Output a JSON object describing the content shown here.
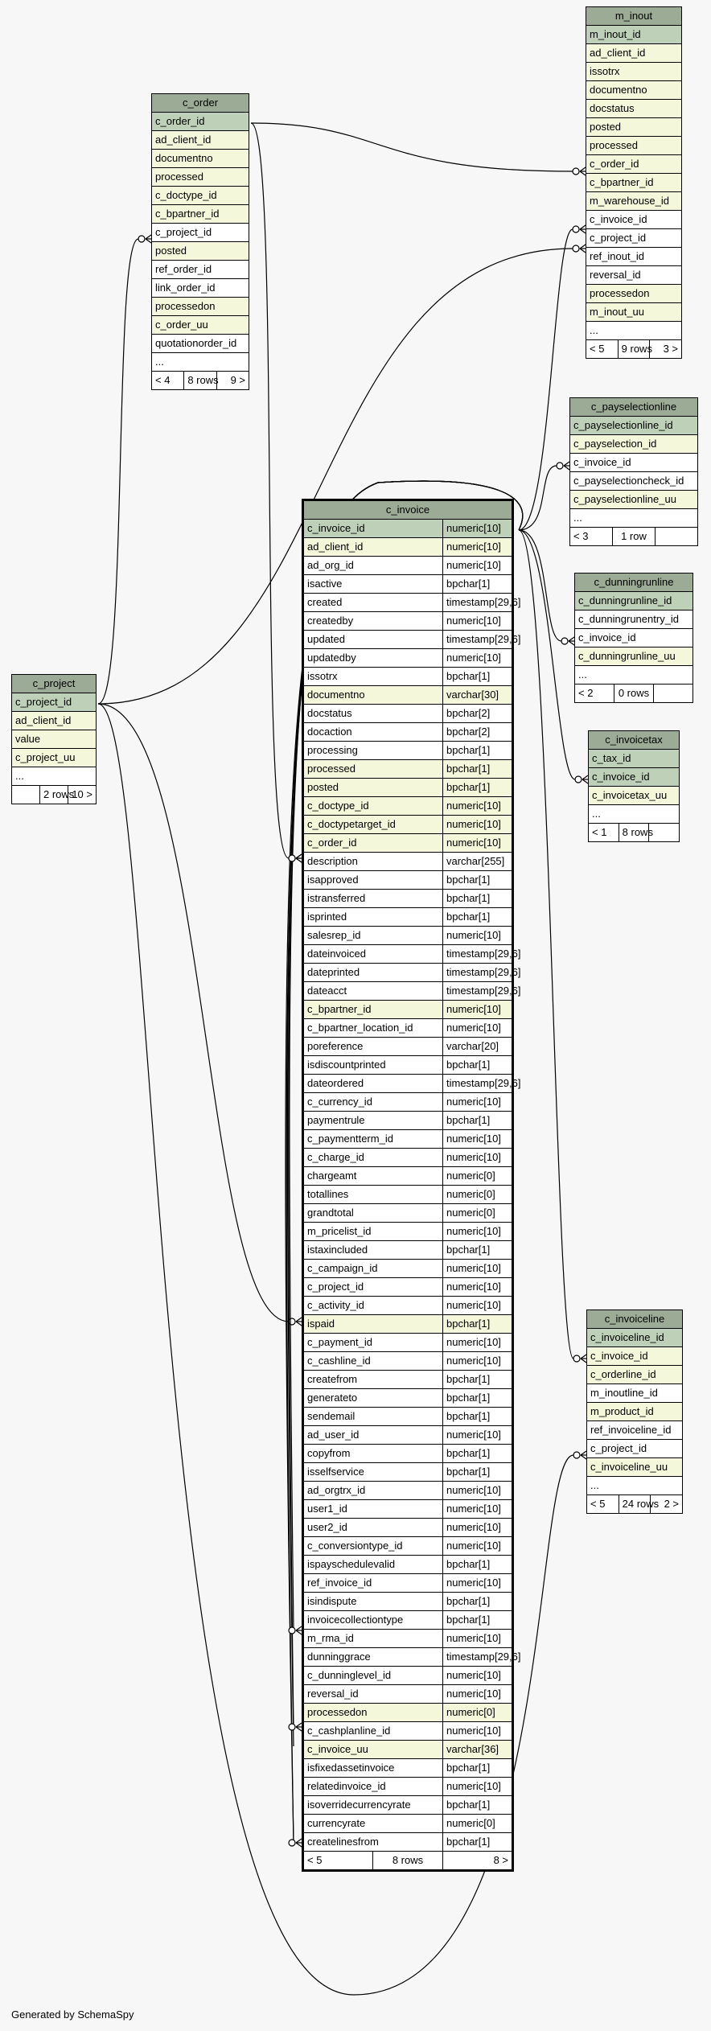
{
  "generated_by": "Generated by SchemaSpy",
  "tables": {
    "m_inout": {
      "name": "m_inout",
      "rows": [
        {
          "label": "m_inout_id",
          "kind": "pk"
        },
        {
          "label": "ad_client_id",
          "kind": "fk"
        },
        {
          "label": "issotrx",
          "kind": "fk"
        },
        {
          "label": "documentno",
          "kind": "fk"
        },
        {
          "label": "docstatus",
          "kind": "fk"
        },
        {
          "label": "posted",
          "kind": "fk"
        },
        {
          "label": "processed",
          "kind": "fk"
        },
        {
          "label": "c_order_id",
          "kind": "fk"
        },
        {
          "label": "c_bpartner_id",
          "kind": "fk"
        },
        {
          "label": "m_warehouse_id",
          "kind": "fk"
        },
        {
          "label": "c_invoice_id",
          "kind": "col"
        },
        {
          "label": "c_project_id",
          "kind": "col"
        },
        {
          "label": "ref_inout_id",
          "kind": "col"
        },
        {
          "label": "reversal_id",
          "kind": "col"
        },
        {
          "label": "processedon",
          "kind": "fk"
        },
        {
          "label": "m_inout_uu",
          "kind": "fk"
        },
        {
          "label": "...",
          "kind": "col"
        }
      ],
      "footer": [
        "< 5",
        "9 rows",
        "3 >"
      ]
    },
    "c_order": {
      "name": "c_order",
      "rows": [
        {
          "label": "c_order_id",
          "kind": "pk"
        },
        {
          "label": "ad_client_id",
          "kind": "fk"
        },
        {
          "label": "documentno",
          "kind": "fk"
        },
        {
          "label": "processed",
          "kind": "fk"
        },
        {
          "label": "c_doctype_id",
          "kind": "fk"
        },
        {
          "label": "c_bpartner_id",
          "kind": "fk"
        },
        {
          "label": "c_project_id",
          "kind": "col"
        },
        {
          "label": "posted",
          "kind": "fk"
        },
        {
          "label": "ref_order_id",
          "kind": "col"
        },
        {
          "label": "link_order_id",
          "kind": "col"
        },
        {
          "label": "processedon",
          "kind": "fk"
        },
        {
          "label": "c_order_uu",
          "kind": "fk"
        },
        {
          "label": "quotationorder_id",
          "kind": "col"
        },
        {
          "label": "...",
          "kind": "col"
        }
      ],
      "footer": [
        "< 4",
        "8 rows",
        "9 >"
      ]
    },
    "c_payselectionline": {
      "name": "c_payselectionline",
      "rows": [
        {
          "label": "c_payselectionline_id",
          "kind": "pk"
        },
        {
          "label": "c_payselection_id",
          "kind": "fk"
        },
        {
          "label": "c_invoice_id",
          "kind": "col"
        },
        {
          "label": "c_payselectioncheck_id",
          "kind": "col"
        },
        {
          "label": "c_payselectionline_uu",
          "kind": "fk"
        },
        {
          "label": "...",
          "kind": "col"
        }
      ],
      "footer": [
        "< 3",
        "1 row",
        ""
      ]
    },
    "c_dunningrunline": {
      "name": "c_dunningrunline",
      "rows": [
        {
          "label": "c_dunningrunline_id",
          "kind": "pk"
        },
        {
          "label": "c_dunningrunentry_id",
          "kind": "col"
        },
        {
          "label": "c_invoice_id",
          "kind": "col"
        },
        {
          "label": "c_dunningrunline_uu",
          "kind": "fk"
        },
        {
          "label": "...",
          "kind": "col"
        }
      ],
      "footer": [
        "< 2",
        "0 rows",
        ""
      ]
    },
    "c_invoicetax": {
      "name": "c_invoicetax",
      "rows": [
        {
          "label": "c_tax_id",
          "kind": "pk"
        },
        {
          "label": "c_invoice_id",
          "kind": "pk"
        },
        {
          "label": "c_invoicetax_uu",
          "kind": "fk"
        },
        {
          "label": "...",
          "kind": "col"
        }
      ],
      "footer": [
        "< 1",
        "8 rows",
        ""
      ]
    },
    "c_project": {
      "name": "c_project",
      "rows": [
        {
          "label": "c_project_id",
          "kind": "pk"
        },
        {
          "label": "ad_client_id",
          "kind": "fk"
        },
        {
          "label": "value",
          "kind": "fk"
        },
        {
          "label": "c_project_uu",
          "kind": "fk"
        },
        {
          "label": "...",
          "kind": "col"
        }
      ],
      "footer": [
        "",
        "2 rows",
        "10 >"
      ]
    },
    "c_invoiceline": {
      "name": "c_invoiceline",
      "rows": [
        {
          "label": "c_invoiceline_id",
          "kind": "pk"
        },
        {
          "label": "c_invoice_id",
          "kind": "fk"
        },
        {
          "label": "c_orderline_id",
          "kind": "fk"
        },
        {
          "label": "m_inoutline_id",
          "kind": "col"
        },
        {
          "label": "m_product_id",
          "kind": "fk"
        },
        {
          "label": "ref_invoiceline_id",
          "kind": "col"
        },
        {
          "label": "c_project_id",
          "kind": "col"
        },
        {
          "label": "c_invoiceline_uu",
          "kind": "fk"
        },
        {
          "label": "...",
          "kind": "col"
        }
      ],
      "footer": [
        "< 5",
        "24 rows",
        "2 >"
      ]
    },
    "c_invoice": {
      "name": "c_invoice",
      "rows": [
        {
          "label": "c_invoice_id",
          "type": "numeric[10]",
          "kind": "pk"
        },
        {
          "label": "ad_client_id",
          "type": "numeric[10]",
          "kind": "fk"
        },
        {
          "label": "ad_org_id",
          "type": "numeric[10]",
          "kind": "col"
        },
        {
          "label": "isactive",
          "type": "bpchar[1]",
          "kind": "col"
        },
        {
          "label": "created",
          "type": "timestamp[29,6]",
          "kind": "col"
        },
        {
          "label": "createdby",
          "type": "numeric[10]",
          "kind": "col"
        },
        {
          "label": "updated",
          "type": "timestamp[29,6]",
          "kind": "col"
        },
        {
          "label": "updatedby",
          "type": "numeric[10]",
          "kind": "col"
        },
        {
          "label": "issotrx",
          "type": "bpchar[1]",
          "kind": "col"
        },
        {
          "label": "documentno",
          "type": "varchar[30]",
          "kind": "fk"
        },
        {
          "label": "docstatus",
          "type": "bpchar[2]",
          "kind": "col"
        },
        {
          "label": "docaction",
          "type": "bpchar[2]",
          "kind": "col"
        },
        {
          "label": "processing",
          "type": "bpchar[1]",
          "kind": "col"
        },
        {
          "label": "processed",
          "type": "bpchar[1]",
          "kind": "fk"
        },
        {
          "label": "posted",
          "type": "bpchar[1]",
          "kind": "fk"
        },
        {
          "label": "c_doctype_id",
          "type": "numeric[10]",
          "kind": "fk"
        },
        {
          "label": "c_doctypetarget_id",
          "type": "numeric[10]",
          "kind": "fk"
        },
        {
          "label": "c_order_id",
          "type": "numeric[10]",
          "kind": "fk"
        },
        {
          "label": "description",
          "type": "varchar[255]",
          "kind": "col"
        },
        {
          "label": "isapproved",
          "type": "bpchar[1]",
          "kind": "col"
        },
        {
          "label": "istransferred",
          "type": "bpchar[1]",
          "kind": "col"
        },
        {
          "label": "isprinted",
          "type": "bpchar[1]",
          "kind": "col"
        },
        {
          "label": "salesrep_id",
          "type": "numeric[10]",
          "kind": "col"
        },
        {
          "label": "dateinvoiced",
          "type": "timestamp[29,6]",
          "kind": "col"
        },
        {
          "label": "dateprinted",
          "type": "timestamp[29,6]",
          "kind": "col"
        },
        {
          "label": "dateacct",
          "type": "timestamp[29,6]",
          "kind": "col"
        },
        {
          "label": "c_bpartner_id",
          "type": "numeric[10]",
          "kind": "fk"
        },
        {
          "label": "c_bpartner_location_id",
          "type": "numeric[10]",
          "kind": "col"
        },
        {
          "label": "poreference",
          "type": "varchar[20]",
          "kind": "col"
        },
        {
          "label": "isdiscountprinted",
          "type": "bpchar[1]",
          "kind": "col"
        },
        {
          "label": "dateordered",
          "type": "timestamp[29,6]",
          "kind": "col"
        },
        {
          "label": "c_currency_id",
          "type": "numeric[10]",
          "kind": "col"
        },
        {
          "label": "paymentrule",
          "type": "bpchar[1]",
          "kind": "col"
        },
        {
          "label": "c_paymentterm_id",
          "type": "numeric[10]",
          "kind": "col"
        },
        {
          "label": "c_charge_id",
          "type": "numeric[10]",
          "kind": "col"
        },
        {
          "label": "chargeamt",
          "type": "numeric[0]",
          "kind": "col"
        },
        {
          "label": "totallines",
          "type": "numeric[0]",
          "kind": "col"
        },
        {
          "label": "grandtotal",
          "type": "numeric[0]",
          "kind": "col"
        },
        {
          "label": "m_pricelist_id",
          "type": "numeric[10]",
          "kind": "col"
        },
        {
          "label": "istaxincluded",
          "type": "bpchar[1]",
          "kind": "col"
        },
        {
          "label": "c_campaign_id",
          "type": "numeric[10]",
          "kind": "col"
        },
        {
          "label": "c_project_id",
          "type": "numeric[10]",
          "kind": "col"
        },
        {
          "label": "c_activity_id",
          "type": "numeric[10]",
          "kind": "col"
        },
        {
          "label": "ispaid",
          "type": "bpchar[1]",
          "kind": "fk"
        },
        {
          "label": "c_payment_id",
          "type": "numeric[10]",
          "kind": "col"
        },
        {
          "label": "c_cashline_id",
          "type": "numeric[10]",
          "kind": "col"
        },
        {
          "label": "createfrom",
          "type": "bpchar[1]",
          "kind": "col"
        },
        {
          "label": "generateto",
          "type": "bpchar[1]",
          "kind": "col"
        },
        {
          "label": "sendemail",
          "type": "bpchar[1]",
          "kind": "col"
        },
        {
          "label": "ad_user_id",
          "type": "numeric[10]",
          "kind": "col"
        },
        {
          "label": "copyfrom",
          "type": "bpchar[1]",
          "kind": "col"
        },
        {
          "label": "isselfservice",
          "type": "bpchar[1]",
          "kind": "col"
        },
        {
          "label": "ad_orgtrx_id",
          "type": "numeric[10]",
          "kind": "col"
        },
        {
          "label": "user1_id",
          "type": "numeric[10]",
          "kind": "col"
        },
        {
          "label": "user2_id",
          "type": "numeric[10]",
          "kind": "col"
        },
        {
          "label": "c_conversiontype_id",
          "type": "numeric[10]",
          "kind": "col"
        },
        {
          "label": "ispayschedulevalid",
          "type": "bpchar[1]",
          "kind": "col"
        },
        {
          "label": "ref_invoice_id",
          "type": "numeric[10]",
          "kind": "col"
        },
        {
          "label": "isindispute",
          "type": "bpchar[1]",
          "kind": "col"
        },
        {
          "label": "invoicecollectiontype",
          "type": "bpchar[1]",
          "kind": "col"
        },
        {
          "label": "m_rma_id",
          "type": "numeric[10]",
          "kind": "col"
        },
        {
          "label": "dunninggrace",
          "type": "timestamp[29,6]",
          "kind": "col"
        },
        {
          "label": "c_dunninglevel_id",
          "type": "numeric[10]",
          "kind": "col"
        },
        {
          "label": "reversal_id",
          "type": "numeric[10]",
          "kind": "col"
        },
        {
          "label": "processedon",
          "type": "numeric[0]",
          "kind": "fk"
        },
        {
          "label": "c_cashplanline_id",
          "type": "numeric[10]",
          "kind": "col"
        },
        {
          "label": "c_invoice_uu",
          "type": "varchar[36]",
          "kind": "fk"
        },
        {
          "label": "isfixedassetinvoice",
          "type": "bpchar[1]",
          "kind": "col"
        },
        {
          "label": "relatedinvoice_id",
          "type": "numeric[10]",
          "kind": "col"
        },
        {
          "label": "isoverridecurrencyrate",
          "type": "bpchar[1]",
          "kind": "col"
        },
        {
          "label": "currencyrate",
          "type": "numeric[0]",
          "kind": "col"
        },
        {
          "label": "createlinesfrom",
          "type": "bpchar[1]",
          "kind": "col"
        }
      ],
      "footer": [
        "< 5",
        "8 rows",
        "8 >"
      ]
    }
  }
}
